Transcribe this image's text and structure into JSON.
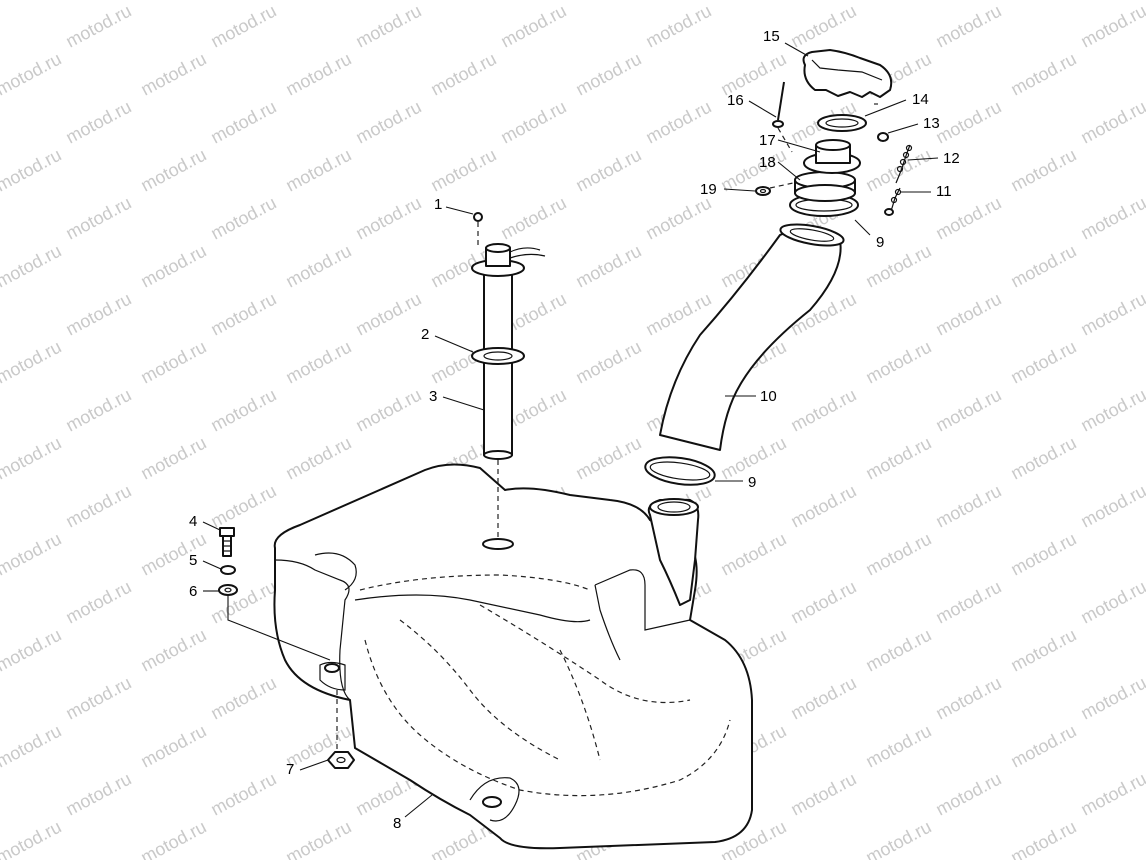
{
  "watermark": "motod.ru",
  "callouts": [
    "1",
    "2",
    "3",
    "4",
    "5",
    "6",
    "7",
    "8",
    "9",
    "9",
    "10",
    "11",
    "12",
    "13",
    "14",
    "15",
    "16",
    "17",
    "18",
    "19"
  ],
  "colors": {
    "line": "#111111",
    "background": "#ffffff",
    "watermark": "#c9c9c9"
  }
}
